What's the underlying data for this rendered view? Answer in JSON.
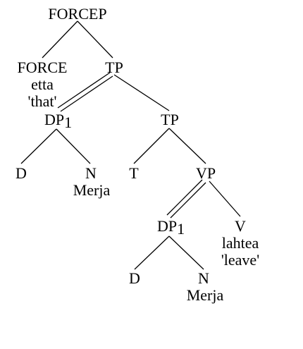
{
  "tree": {
    "root": "FORCEP",
    "force": {
      "label": "FORCE",
      "word": "etta",
      "gloss": "'that'"
    },
    "tp_top": "TP",
    "subject": {
      "label": "DP",
      "index": "1"
    },
    "subject_d": "D",
    "subject_n": {
      "label": "N",
      "word": "Merja"
    },
    "tp_lower": "TP",
    "t": "T",
    "vp": "VP",
    "inner_dp": {
      "label": "DP",
      "index": "1"
    },
    "v": {
      "label": "V",
      "word": "lahtea",
      "gloss": "'leave'"
    },
    "inner_d": "D",
    "inner_n": {
      "label": "N",
      "word": "Merja"
    }
  }
}
